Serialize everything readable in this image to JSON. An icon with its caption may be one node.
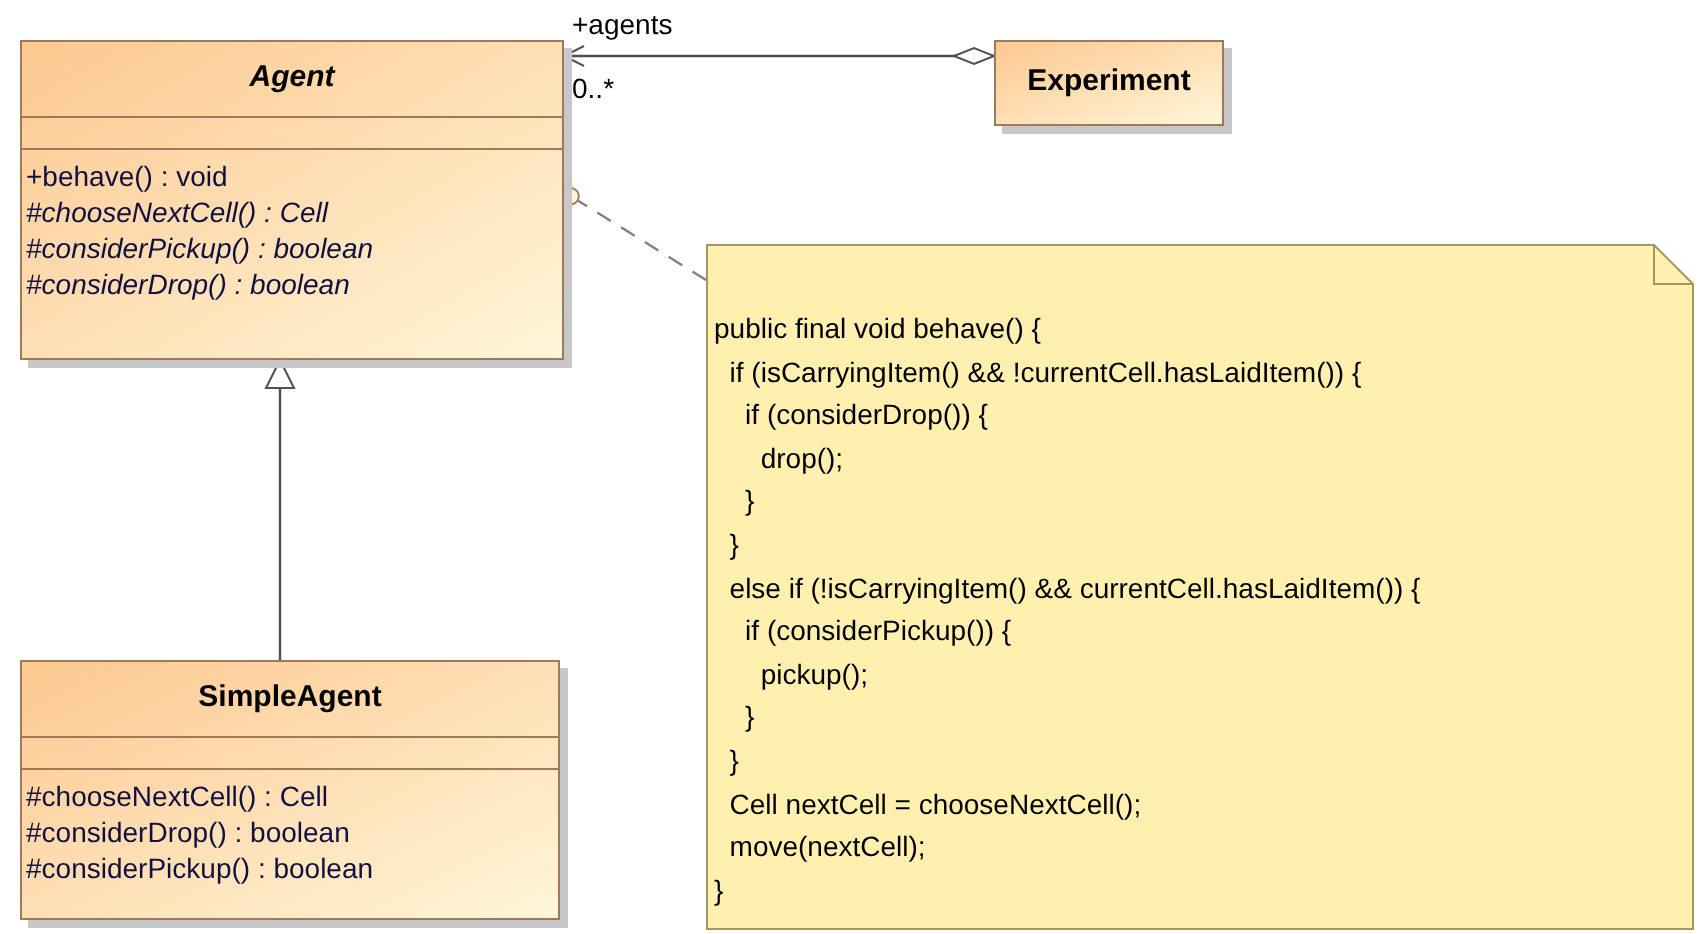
{
  "diagram": {
    "nodes": [
      {
        "text": [
          "*Agent*",
          "+behave() : void",
          "*#chooseNextCell() : Cell*",
          "*#considerPickup() : boolean*",
          "*#considerDrop() : boolean*"
        ]
      },
      {
        "text": [
          "Experiment"
        ]
      },
      {
        "text": [
          "SimpleAgent",
          "#chooseNextCell() : Cell",
          "#considerDrop() : boolean",
          "#considerPickup() : boolean"
        ]
      },
      {
        "text": [
          "public final void behave() {",
          "  if (isCarryingItem() && !currentCell.hasLaidItem()) {",
          "    if (considerDrop()) {",
          "      drop();",
          "    }",
          "  }",
          "  else if (!isCarryingItem() && currentCell.hasLaidItem()) {",
          "    if (considerPickup()) {",
          "      pickup();",
          "    }",
          "  }",
          "  Cell nextCell = chooseNextCell();",
          "  move(nextCell);",
          "}"
        ]
      }
    ],
    "edges": [
      {
        "from": 1,
        "to": 0,
        "arrow": "to",
        "label": "+agents"
      },
      {
        "from": 2,
        "to": 0,
        "arrow": "to"
      },
      {
        "from": 3,
        "to": 0,
        "arrow": "other",
        "style": "dashed"
      }
    ],
    "labels": [
      "0..*"
    ]
  }
}
